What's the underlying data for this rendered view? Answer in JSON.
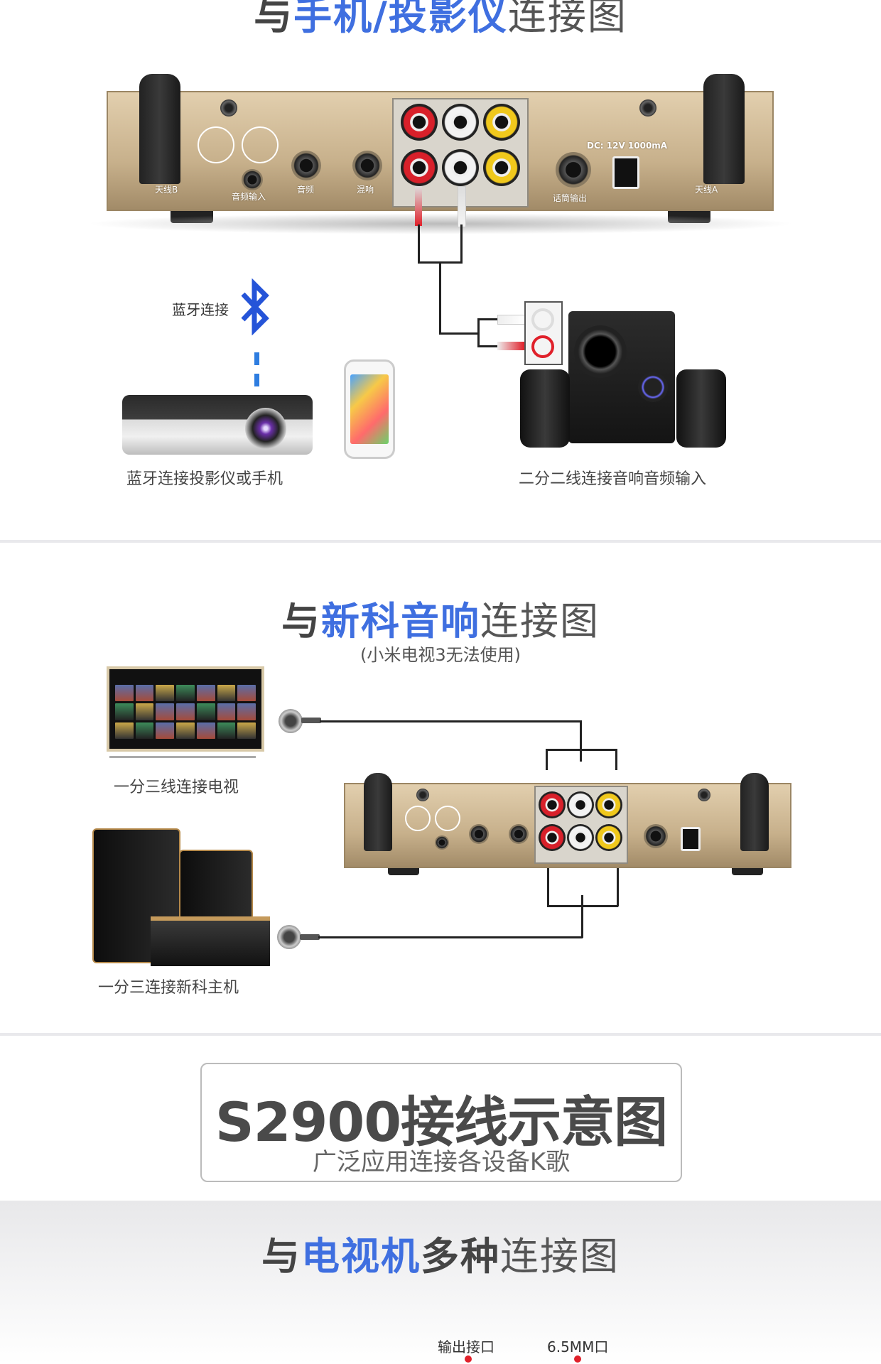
{
  "section1": {
    "title_prefix": "与",
    "title_highlight": "手机/投影仪",
    "title_suffix": "连接图",
    "bluetooth_label": "蓝牙连接",
    "projector_caption": "蓝牙连接投影仪或手机",
    "speaker_caption": "二分二线连接音响音频输入"
  },
  "device": {
    "label_antenna_b": "天线B",
    "label_antenna_a": "天线A",
    "label_audio_in": "音频输入",
    "label_audio": "音频",
    "label_echo": "混响",
    "label_mic_out": "话筒输出",
    "label_dc": "DC: 12V 1000mA"
  },
  "section2": {
    "title_prefix": "与",
    "title_highlight": "新科音响",
    "title_suffix": "连接图",
    "subtitle": "(小米电视3无法使用)",
    "tv_caption": "一分三线连接电视",
    "amp_caption": "一分三连接新科主机"
  },
  "banner": {
    "title": "S2900接线示意图",
    "subtitle": "广泛应用连接各设备K歌"
  },
  "section3": {
    "title_prefix": "与",
    "title_highlight": "电视机",
    "title_mid": "多种",
    "title_suffix": "连接图",
    "port_output": "输出接口",
    "port_65": "6.5MM口"
  },
  "colors": {
    "accent": "#3f6fe0",
    "rca_red": "#d8202a",
    "rca_white": "#f2f2f2",
    "rca_yellow": "#f0c81c",
    "device_gold": "#c7b08b"
  },
  "icons": [
    "bluetooth-icon",
    "rca-jack",
    "dc-port",
    "antenna"
  ]
}
